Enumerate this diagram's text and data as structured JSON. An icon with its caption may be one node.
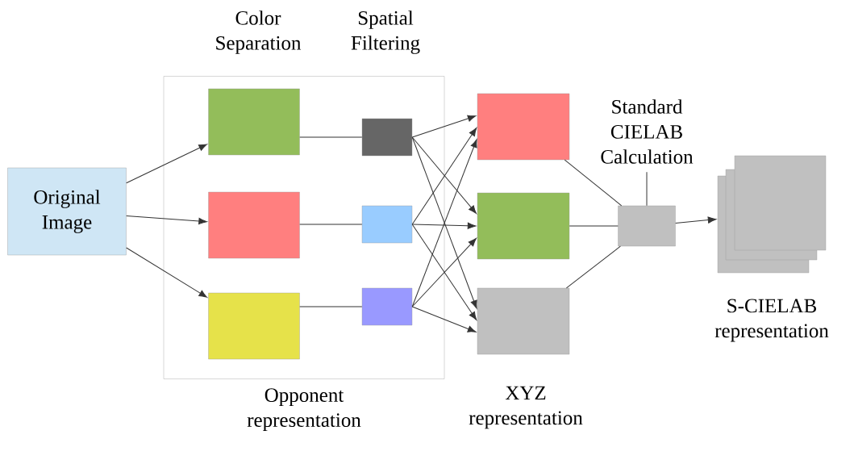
{
  "diagram": {
    "nodes": [
      {
        "text": [
          "Original Image"
        ]
      },
      {
        "text": [
          "Opponent representation"
        ]
      },
      {
        "text": [],
        "shape": "box",
        "in": 1
      },
      {
        "text": [],
        "shape": "box",
        "in": 1
      },
      {
        "text": [],
        "shape": "box",
        "in": 1
      },
      {
        "text": [],
        "shape": "box",
        "in": 1
      },
      {
        "text": [],
        "shape": "box",
        "in": 1
      },
      {
        "text": [],
        "shape": "box",
        "in": 1
      },
      {
        "text": [],
        "shape": "box"
      },
      {
        "text": [],
        "shape": "box"
      },
      {
        "text": [],
        "shape": "box"
      },
      {
        "text": [],
        "shape": "box"
      },
      {
        "text": [
          "Standard CIELAB Calculation"
        ]
      },
      {
        "text": [],
        "shape": "box",
        "beside": [
          "S-CIELAB representation"
        ]
      }
    ],
    "edges": [
      {
        "from": 0,
        "to": 2,
        "arrow": "to"
      },
      {
        "from": 0,
        "to": 3,
        "arrow": "to"
      },
      {
        "from": 0,
        "to": 4,
        "arrow": "to"
      },
      {
        "from": 2,
        "to": 5,
        "arrow": "none"
      },
      {
        "from": 3,
        "to": 6,
        "arrow": "none"
      },
      {
        "from": 4,
        "to": 7,
        "arrow": "none"
      },
      {
        "from": 5,
        "to": 8,
        "arrow": "to"
      },
      {
        "from": 5,
        "to": 9,
        "arrow": "to"
      },
      {
        "from": 5,
        "to": 10,
        "arrow": "to"
      },
      {
        "from": 6,
        "to": 8,
        "arrow": "to"
      },
      {
        "from": 6,
        "to": 9,
        "arrow": "to"
      },
      {
        "from": 6,
        "to": 10,
        "arrow": "to"
      },
      {
        "from": 7,
        "to": 8,
        "arrow": "to"
      },
      {
        "from": 7,
        "to": 9,
        "arrow": "to"
      },
      {
        "from": 7,
        "to": 10,
        "arrow": "to"
      },
      {
        "from": 8,
        "to": 11,
        "arrow": "none"
      },
      {
        "from": 9,
        "to": 11,
        "arrow": "none"
      },
      {
        "from": 10,
        "to": 11,
        "arrow": "none"
      },
      {
        "from": 12,
        "to": 11,
        "arrow": "none"
      },
      {
        "from": 11,
        "to": 13,
        "arrow": "to"
      }
    ],
    "labels": [
      "Color Separation",
      "Spatial Filtering",
      "XYZ representation"
    ]
  }
}
